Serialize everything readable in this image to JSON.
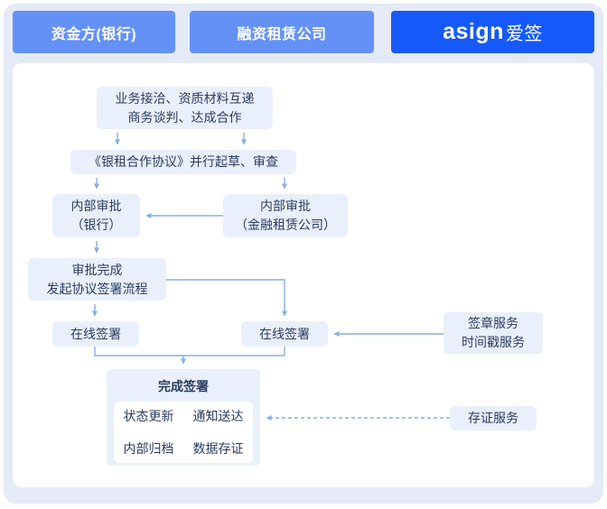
{
  "colors": {
    "lane_blue": "#6491F6",
    "brand_blue": "#1659FA",
    "node_bg": "#E9F0FC",
    "node_text": "#2B3C61",
    "arrow": "#85AEE4",
    "panel_bg": "#E4EAF6"
  },
  "lanes": {
    "funder": "资金方(银行)",
    "leasing": "融资租赁公司",
    "brand_en": "asign",
    "brand_cn": "爱签"
  },
  "flow": {
    "negotiation": {
      "line1": "业务接洽、资质材料互递",
      "line2": "商务谈判、达成合作"
    },
    "agreement": {
      "label": "《银租合作协议》并行起草、审查"
    },
    "approval_bank": {
      "line1": "内部审批",
      "line2": "（银行）"
    },
    "approval_leasing": {
      "line1": "内部审批",
      "line2": "（金融租赁公司）"
    },
    "approval_done": {
      "line1": "审批完成",
      "line2": "发起协议签署流程"
    },
    "sign_left": {
      "label": "在线签署"
    },
    "sign_right": {
      "label": "在线签署"
    },
    "seal_service": {
      "line1": "签章服务",
      "line2": "时间戳服务"
    },
    "complete": {
      "title": "完成签署",
      "items": [
        "状态更新",
        "通知送达",
        "内部归档",
        "数据存证"
      ]
    },
    "evidence_service": {
      "label": "存证服务"
    }
  }
}
